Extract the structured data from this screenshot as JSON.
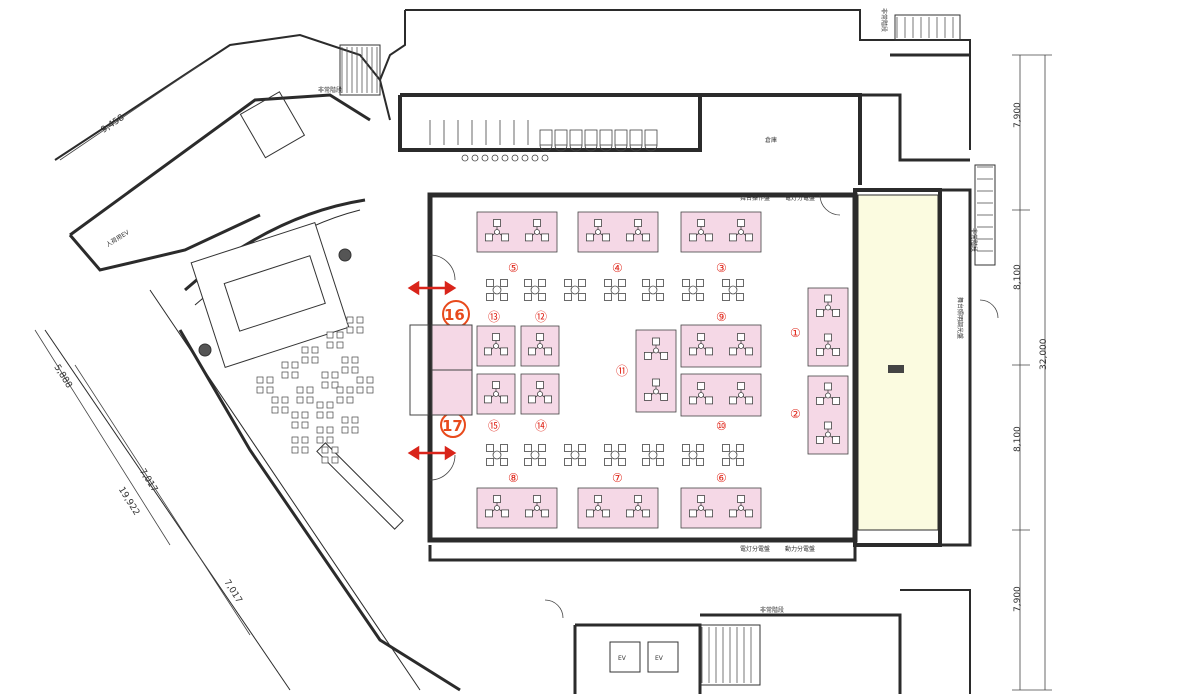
{
  "colors": {
    "wall": "#2b2b2b",
    "table_fill": "#f5d8e6",
    "table_stroke": "#444444",
    "number_red": "#e0281c",
    "handwritten": "#e84a1c",
    "stage_fill": "#fbfbe0",
    "arrow": "#d9241a"
  },
  "dimensions": {
    "d9458": "9,458",
    "d5888": "5,888",
    "d7017a": "7,017",
    "d7017b": "7,017",
    "d19922": "19,922",
    "d7900top": "7,900",
    "d8100a": "8,100",
    "d8100b": "8,100",
    "d7900bottom": "7,900",
    "d32000": "32,000"
  },
  "room_labels": {
    "stage_ops": "舞台操作盤",
    "light_panel_top": "電灯分電盤",
    "light_panel_bottom": "電灯分電盤",
    "power_panel": "動力分電盤",
    "storage": "倉庫",
    "stairs_top_left": "非常階段",
    "stairs_top_right": "非常階段",
    "stairs_bottom": "非常階段",
    "stairs_right": "非常階段",
    "ev_left": "EV",
    "ev_right": "EV",
    "ev_top_left": "人荷用EV",
    "right_panel": "舞台照明調光盤"
  },
  "tables": {
    "n1": "①",
    "n2": "②",
    "n3": "③",
    "n4": "④",
    "n5": "⑤",
    "n6": "⑥",
    "n7": "⑦",
    "n8": "⑧",
    "n9": "⑨",
    "n10": "⑩",
    "n11": "⑪",
    "n12": "⑫",
    "n13": "⑬",
    "n14": "⑭",
    "n15": "⑮"
  },
  "handwritten": {
    "h16": "16",
    "h17": "17"
  },
  "icons": [
    "double-arrow-icon",
    "chair-cluster-icon",
    "door-swing-icon"
  ]
}
